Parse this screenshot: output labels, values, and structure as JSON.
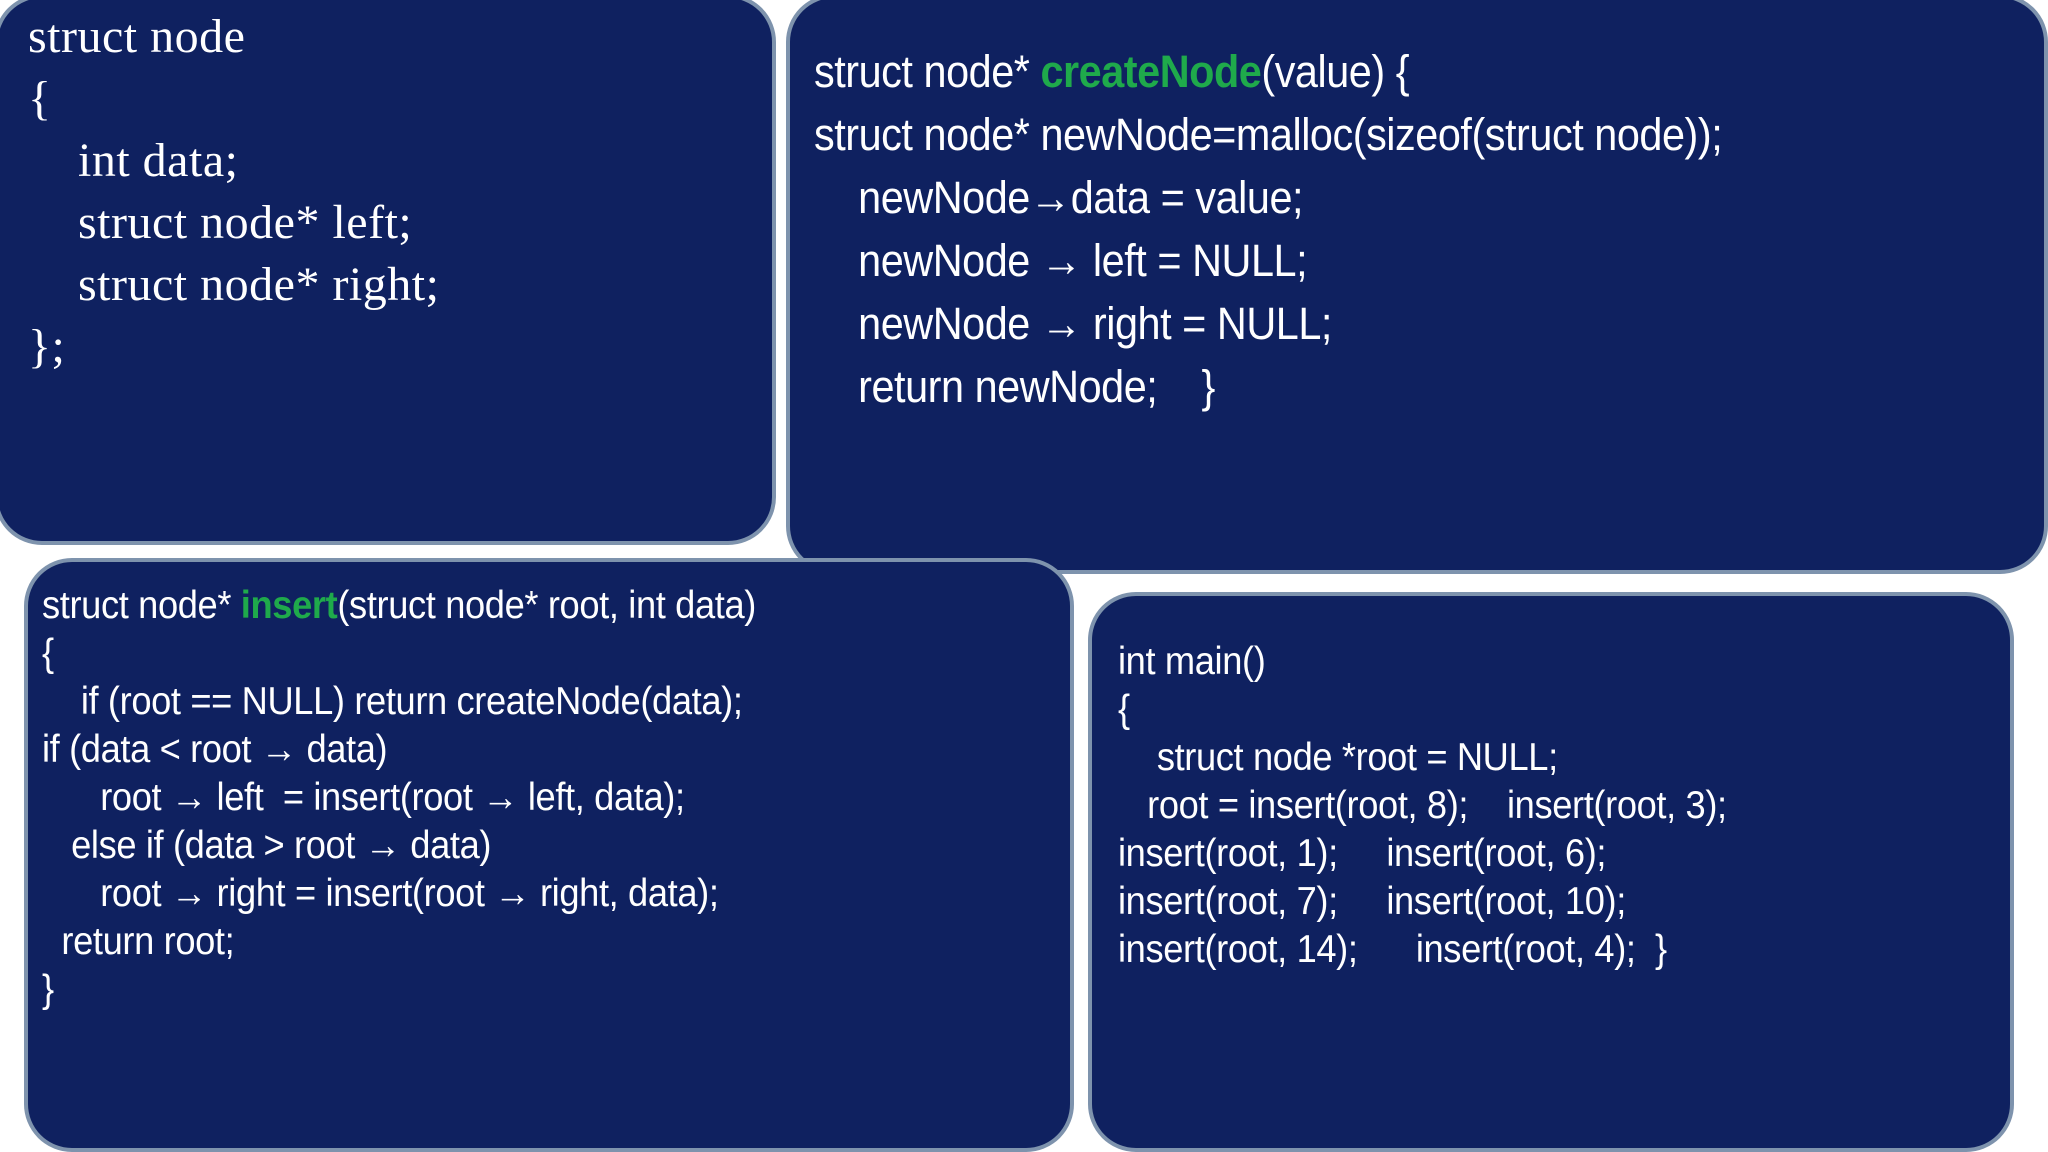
{
  "theme": {
    "card_background": "#0F2160",
    "card_border": "#7E93AD",
    "page_background": "#ffffff",
    "text_color": "#ffffff",
    "function_name_color": "#1FAA4B"
  },
  "cards": {
    "struct_node": {
      "title": "struct node definition",
      "lines": [
        "struct node",
        "{",
        "    int data;",
        "    struct node* left;",
        "    struct node* right;",
        "};"
      ]
    },
    "create_node": {
      "title": "createNode function",
      "highlight": "createNode",
      "lines": [
        "struct node* createNode(value) {",
        "struct node* newNode=malloc(sizeof(struct node));",
        "    newNode→data = value;",
        "    newNode → left = NULL;",
        "    newNode → right = NULL;",
        "    return newNode;    }"
      ],
      "line0_prefix": "struct node* ",
      "line0_suffix": "(value) {"
    },
    "insert": {
      "title": "insert function",
      "highlight": "insert",
      "line0_prefix": "struct node* ",
      "line0_suffix": "(struct node* root, int data)",
      "lines": [
        "struct node* insert(struct node* root, int data)",
        "{",
        "    if (root == NULL) return createNode(data);",
        "if (data < root → data)",
        "      root → left  = insert(root → left, data);",
        "   else if (data > root → data)",
        "      root → right = insert(root → right, data);",
        "  return root;",
        "}"
      ]
    },
    "main": {
      "title": "main function",
      "lines": [
        "int main()",
        "{",
        "    struct node *root = NULL;",
        "   root = insert(root, 8);    insert(root, 3);",
        "insert(root, 1);     insert(root, 6);",
        "insert(root, 7);     insert(root, 10);",
        "insert(root, 14);      insert(root, 4);  }"
      ]
    }
  }
}
